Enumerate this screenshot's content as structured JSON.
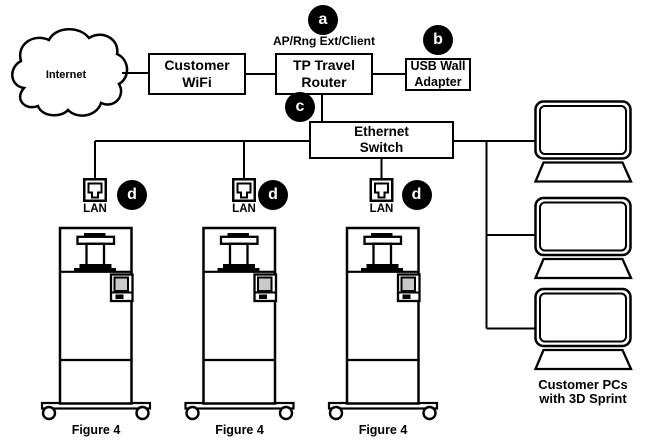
{
  "diagram": {
    "colors": {
      "stroke": "#000000",
      "background": "#ffffff",
      "badge_bg": "#000000",
      "badge_text": "#ffffff",
      "panel_screen_gray": "#c9c9c9"
    },
    "internet": {
      "label": "Internet"
    },
    "customer_wifi": {
      "label": "Customer\nWiFi"
    },
    "travel_router": {
      "label": "TP Travel\nRouter",
      "caption": "AP/Rng Ext/Client",
      "badge": "a"
    },
    "usb_adapter": {
      "label": "USB Wall\nAdapter",
      "badge": "b"
    },
    "ethernet_switch": {
      "label": "Ethernet\nSwitch",
      "badge": "c"
    },
    "lan_ports": [
      {
        "label": "LAN",
        "badge": "d"
      },
      {
        "label": "LAN",
        "badge": "d"
      },
      {
        "label": "LAN",
        "badge": "d"
      }
    ],
    "printers": [
      {
        "caption": "Figure 4"
      },
      {
        "caption": "Figure 4"
      },
      {
        "caption": "Figure 4"
      }
    ],
    "customer_pcs": {
      "label": "Customer PCs\nwith 3D Sprint"
    }
  }
}
